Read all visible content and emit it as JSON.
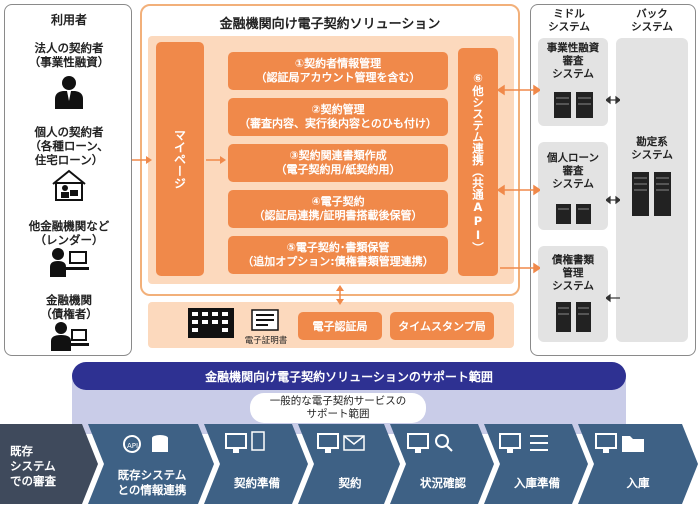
{
  "users": {
    "title": "利用者",
    "items": [
      {
        "line1": "法人の契約者",
        "line2": "（事業性融資）"
      },
      {
        "line1": "個人の契約者",
        "line2": "（各種ローン、",
        "line3": "住宅ローン）"
      },
      {
        "line1": "他金融機関など",
        "line2": "（レンダー）"
      },
      {
        "line1": "金融機関",
        "line2": "（債権者）"
      }
    ]
  },
  "solution": {
    "title": "金融機関向け電子契約ソリューション",
    "mypage": "マイページ",
    "functions": [
      {
        "line1": "①契約者情報管理",
        "line2": "（認証局アカウント管理を含む）"
      },
      {
        "line1": "②契約管理",
        "line2": "（審査内容、実行後内容とのひも付け）"
      },
      {
        "line1": "③契約関連書類作成",
        "line2": "（電子契約用/紙契約用）"
      },
      {
        "line1": "④電子契約",
        "line2": "（認証局連携/証明書搭載後保管）"
      },
      {
        "line1": "⑤電子契約･書類保管",
        "line2": "（追加オプション:債権書類管理連携）"
      }
    ],
    "other_systems": "⑥他システム連携（共通API）",
    "cert_label": "電子証明書",
    "cert_authority": "電子認証局",
    "timestamp": "タイムスタンプ局"
  },
  "systems": {
    "middle_title": "ミドル\nシステム",
    "back_title": "バック\nシステム",
    "middle": [
      {
        "line1": "事業性融資",
        "line2": "審査",
        "line3": "システム"
      },
      {
        "line1": "個人ローン",
        "line2": "審査",
        "line3": "システム"
      },
      {
        "line1": "債権書類",
        "line2": "管理",
        "line3": "システム"
      }
    ],
    "back": {
      "line1": "勘定系",
      "line2": "システム"
    }
  },
  "support": {
    "title": "金融機関向け電子契約ソリューションのサポート範囲",
    "general_line1": "一般的な電子契約サービスの",
    "general_line2": "サポート範囲"
  },
  "flow": [
    {
      "line1": "既存",
      "line2": "システム",
      "line3": "での審査"
    },
    {
      "line1": "既存システム",
      "line2": "との情報連携"
    },
    {
      "line1": "契約準備"
    },
    {
      "line1": "契約"
    },
    {
      "line1": "状況確認"
    },
    {
      "line1": "入庫準備"
    },
    {
      "line1": "入庫"
    }
  ],
  "colors": {
    "orange": "#f0894a",
    "light_orange": "#fcd9bd",
    "navy": "#2e3192",
    "flow_dark": "#3f4a5c",
    "flow_blue": "#3e6185"
  }
}
